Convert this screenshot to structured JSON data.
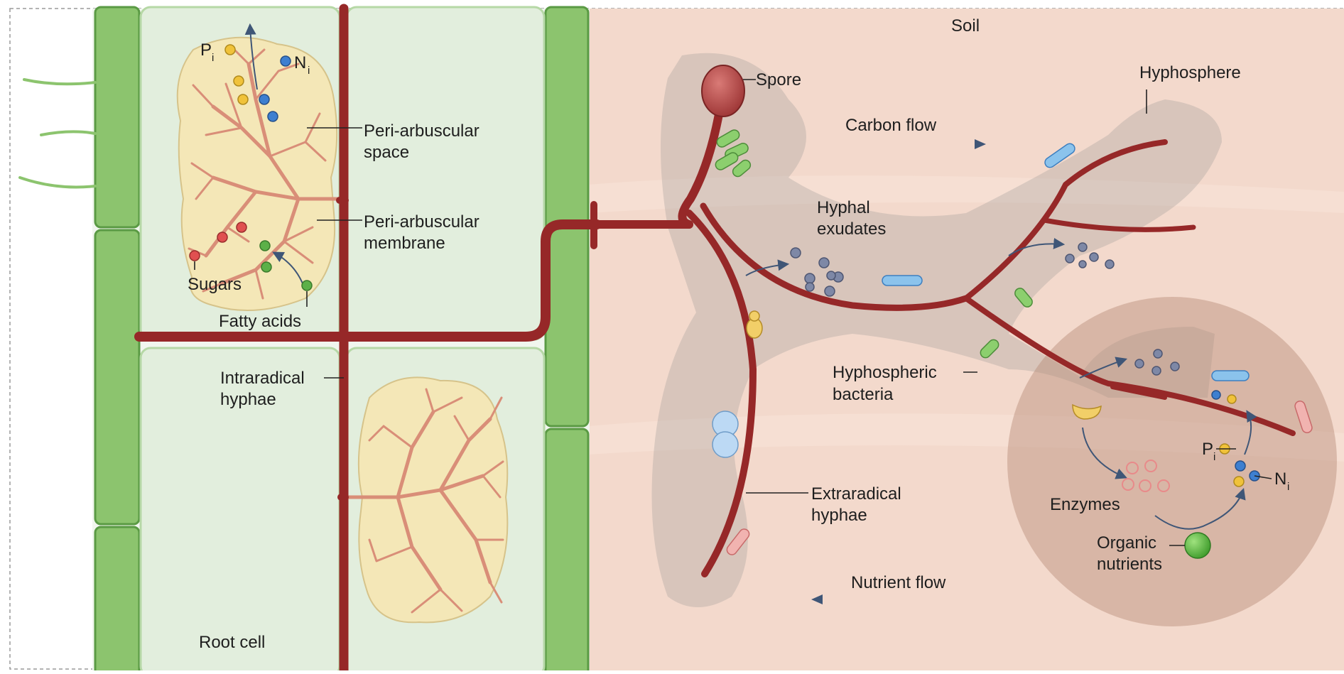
{
  "labels": {
    "soil": "Soil",
    "spore": "Spore",
    "hyphosphere": "Hyphosphere",
    "carbon_flow": "Carbon flow",
    "nutrient_flow": "Nutrient flow",
    "hyphal_exudates_1": "Hyphal",
    "hyphal_exudates_2": "exudates",
    "peri_space_1": "Peri-arbuscular",
    "peri_space_2": "space",
    "peri_membrane_1": "Peri-arbuscular",
    "peri_membrane_2": "membrane",
    "intraradical_1": "Intraradical",
    "intraradical_2": "hyphae",
    "extraradical_1": "Extraradical",
    "extraradical_2": "hyphae",
    "hyphospheric_1": "Hyphospheric",
    "hyphospheric_2": "bacteria",
    "sugars": "Sugars",
    "fatty_acids": "Fatty acids",
    "root_cell": "Root cell",
    "enzymes": "Enzymes",
    "organic_1": "Organic",
    "organic_2": "nutrients",
    "p_letter": "P",
    "n_letter": "N",
    "sub_i": "i"
  },
  "colors": {
    "soil_bg": "#f3d9cc",
    "cell_wall": "#8cc46e",
    "cell_wall_dark": "#5a9a44",
    "cell_fill": "#e2eedd",
    "hypha": "#962828",
    "arbuscule": "#d98e78",
    "arbuscule_halo": "#f4e7b7",
    "hyphosphere": "#a09a98",
    "phosphate": "#f0c23a",
    "nitrogen": "#3d7fd0",
    "sugar": "#e05050",
    "fatty_acid": "#5cb048",
    "exudate": "#7e88a6",
    "arrow": "#3f5677"
  }
}
